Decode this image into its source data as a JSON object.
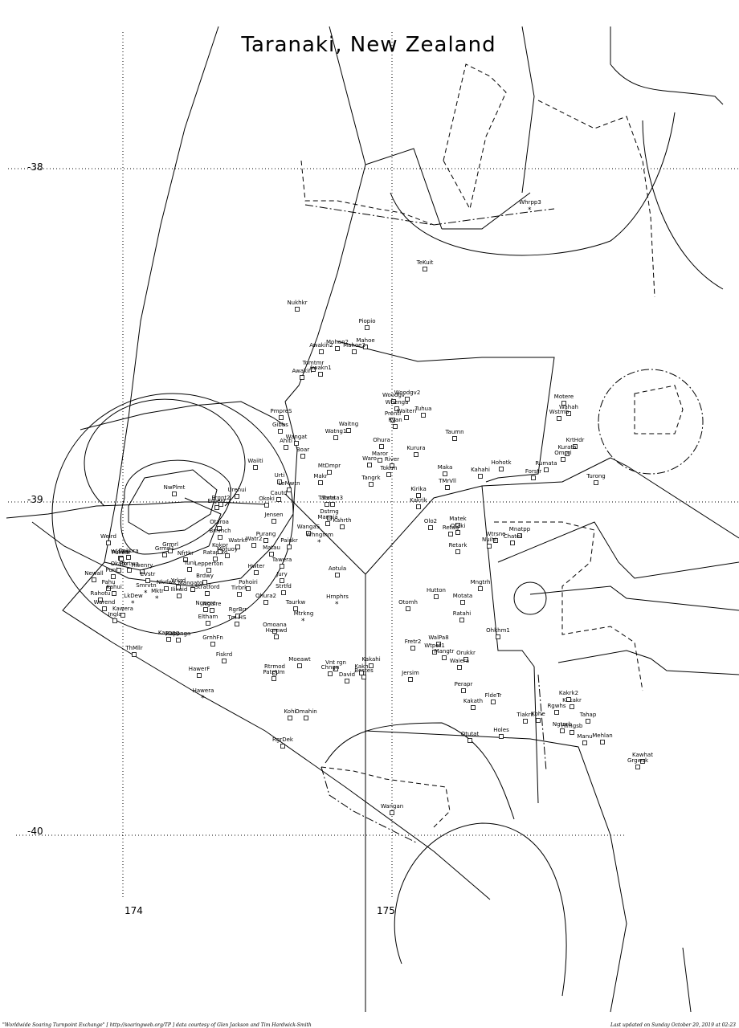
{
  "title": "Taranaki, New Zealand",
  "lat_labels": [
    "-38",
    "-39",
    "-40"
  ],
  "lon_labels": [
    "174",
    "175"
  ],
  "footer_left": "\"Worldwide Soaring Turnpoint Exchange\"  [ http://soaringweb.org/TP ]  data courtesy of Glen Jackson and Tim Hardwick-Smith",
  "footer_right": "Last updated on Sunday October 20, 2019 at 02:23",
  "turnpoints": [
    "Whrpp3",
    "TeKuit",
    "Nukhkr",
    "Piopio",
    "Mahoe",
    "Mohan2",
    "Awakin2",
    "Mahoe3",
    "Tomtmr",
    "Awakn1",
    "Awakin",
    "Woodgv",
    "Woodgv2",
    "Whenga",
    "Prenti",
    "Ryan",
    "Waiteri",
    "Tuhua",
    "PmpreS",
    "Gibbs",
    "Wangat",
    "Waitng",
    "Watng1",
    "Ohura",
    "Taumn",
    "Motere",
    "Wahah",
    "Wstmb",
    "KrtHdr",
    "Kurata",
    "Omori",
    "Rumata",
    "Waiiti",
    "Ahiti",
    "Boar",
    "MtDmpr",
    "Maror",
    "Waro",
    "River",
    "Tokrm",
    "Kurura",
    "Maka",
    "Hohotk",
    "Kahahi",
    "Forstr",
    "Turong",
    "Urti",
    "LeMwtn",
    "Makr",
    "Tangrk",
    "Kirika",
    "TMrVll",
    "NwPlmt",
    "Urenui",
    "Okoki",
    "Cautd",
    "Ergent",
    "Ergnt2",
    "Tarata",
    "Tarata3",
    "Dstrng",
    "Kakrik",
    "Otaroa",
    "Jensen",
    "Manaia",
    "Kahrth",
    "WangaS",
    "Whngmm",
    "Olo2",
    "Matek",
    "Retag",
    "Otaki",
    "Retark",
    "Wtrsne",
    "Nuihi",
    "Mnatpp",
    "Chatel",
    "Welrd",
    "Wkiww",
    "Grmrl",
    "Grmrl1",
    "Brnmch",
    "Nfrtkr",
    "Ratapiko",
    "Kokpr",
    "Motuoy",
    "Watrkt",
    "Watr2",
    "Purang",
    "Matau",
    "Paiukr",
    "Tawera",
    "Aotula",
    "Oakura",
    "Pukear",
    "Pkrtwa",
    "Tuni",
    "Hwenry",
    "Punlo",
    "Newall",
    "Pahu",
    "Kahui",
    "Rahotu",
    "Warend",
    "Okato",
    "Nkrfwk",
    "Ingla",
    "Kawera",
    "LkDew",
    "Smrvtn",
    "Mktr",
    "Ilikaid",
    "Yrkrd",
    "Lepperton",
    "EVstr",
    "Mangatoki",
    "Stratford",
    "Brdwy",
    "Ngaere",
    "Ngaire",
    "Kapong",
    "Eltham",
    "GrnhFn",
    "RgrBrr",
    "Tm HS",
    "Omoana",
    "Horewd",
    "Tirbrk",
    "Pohoiri",
    "Hwter",
    "Jury",
    "Strtfd",
    "Taurkw",
    "Hrnphrs",
    "Mtrkng",
    "Ohura2",
    "Otomh",
    "Hutton",
    "Motata",
    "Ratahi",
    "Mngtrh",
    "Ohkhm1",
    "Fretr2",
    "WalPa8",
    "Wtpet1",
    "Mangtr",
    "Orukkr",
    "Waiera",
    "Perapr",
    "Kakath",
    "FldeTr",
    "Tiakrk",
    "Kohe",
    "Kokakr",
    "Kakrk2",
    "Rgwhs",
    "Tahap",
    "Ngtnrb",
    "Manu",
    "Mehlan",
    "Hlmgsb",
    "Kawhat",
    "Grgwsk",
    "Hawera",
    "HawerF",
    "Kaponga",
    "Fiskrd",
    "Rtrmod",
    "PateUm",
    "Moeawt",
    "Vnt rgn",
    "Chngn",
    "David",
    "Kakahi",
    "Bestes",
    "Kakh",
    "Jersim",
    "Otutat",
    "Holes",
    "ThMllr",
    "Omahin",
    "Kohi",
    "RgrDek",
    "Wangan"
  ]
}
